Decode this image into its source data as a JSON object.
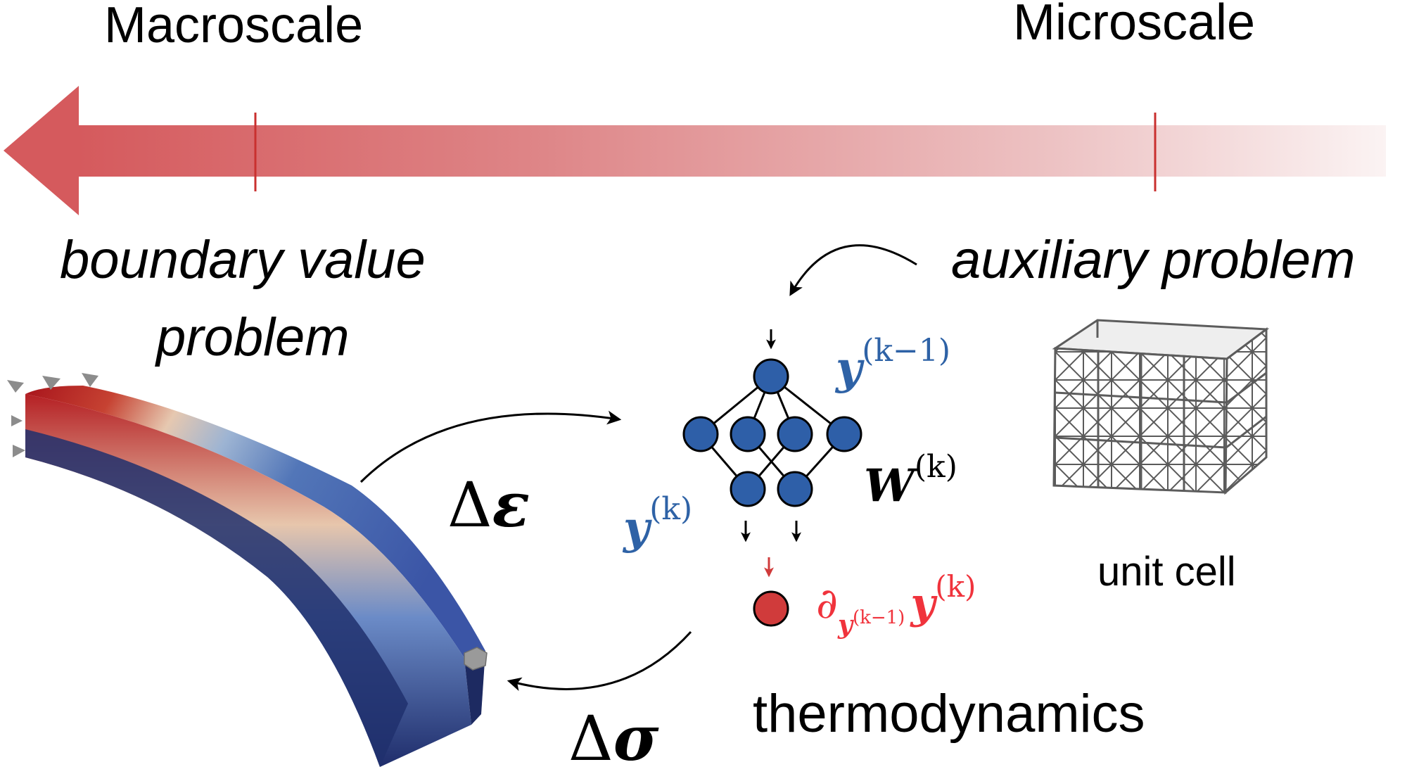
{
  "scale": {
    "left_label": "Macroscale",
    "right_label": "Microscale"
  },
  "macro": {
    "title_line1": "boundary value",
    "title_line2": "problem"
  },
  "micro": {
    "title": "auxiliary problem",
    "unit_cell_label": "unit cell"
  },
  "network": {
    "input_label_base": "y",
    "input_label_sup": "(k−1)",
    "weight_label_base": "W",
    "weight_label_sup": "(k)",
    "output_label_base": "y",
    "output_label_sup": "(k)",
    "derivative_symbol": "∂",
    "derivative_sub_base": "y",
    "derivative_sub_sup": "(k−1)",
    "derivative_base": "y",
    "derivative_sup": "(k)"
  },
  "loop": {
    "strain_delta": "Δ",
    "strain_symbol": "ε",
    "stress_delta": "Δ",
    "stress_symbol": "σ"
  },
  "thermo_label": "thermodynamics",
  "colors": {
    "arrow_red": "#d9595d",
    "node_blue": "#2e5fa8",
    "label_blue": "#2e62a6",
    "accent_red": "#f0333c",
    "node_red": "#d03b3b"
  }
}
